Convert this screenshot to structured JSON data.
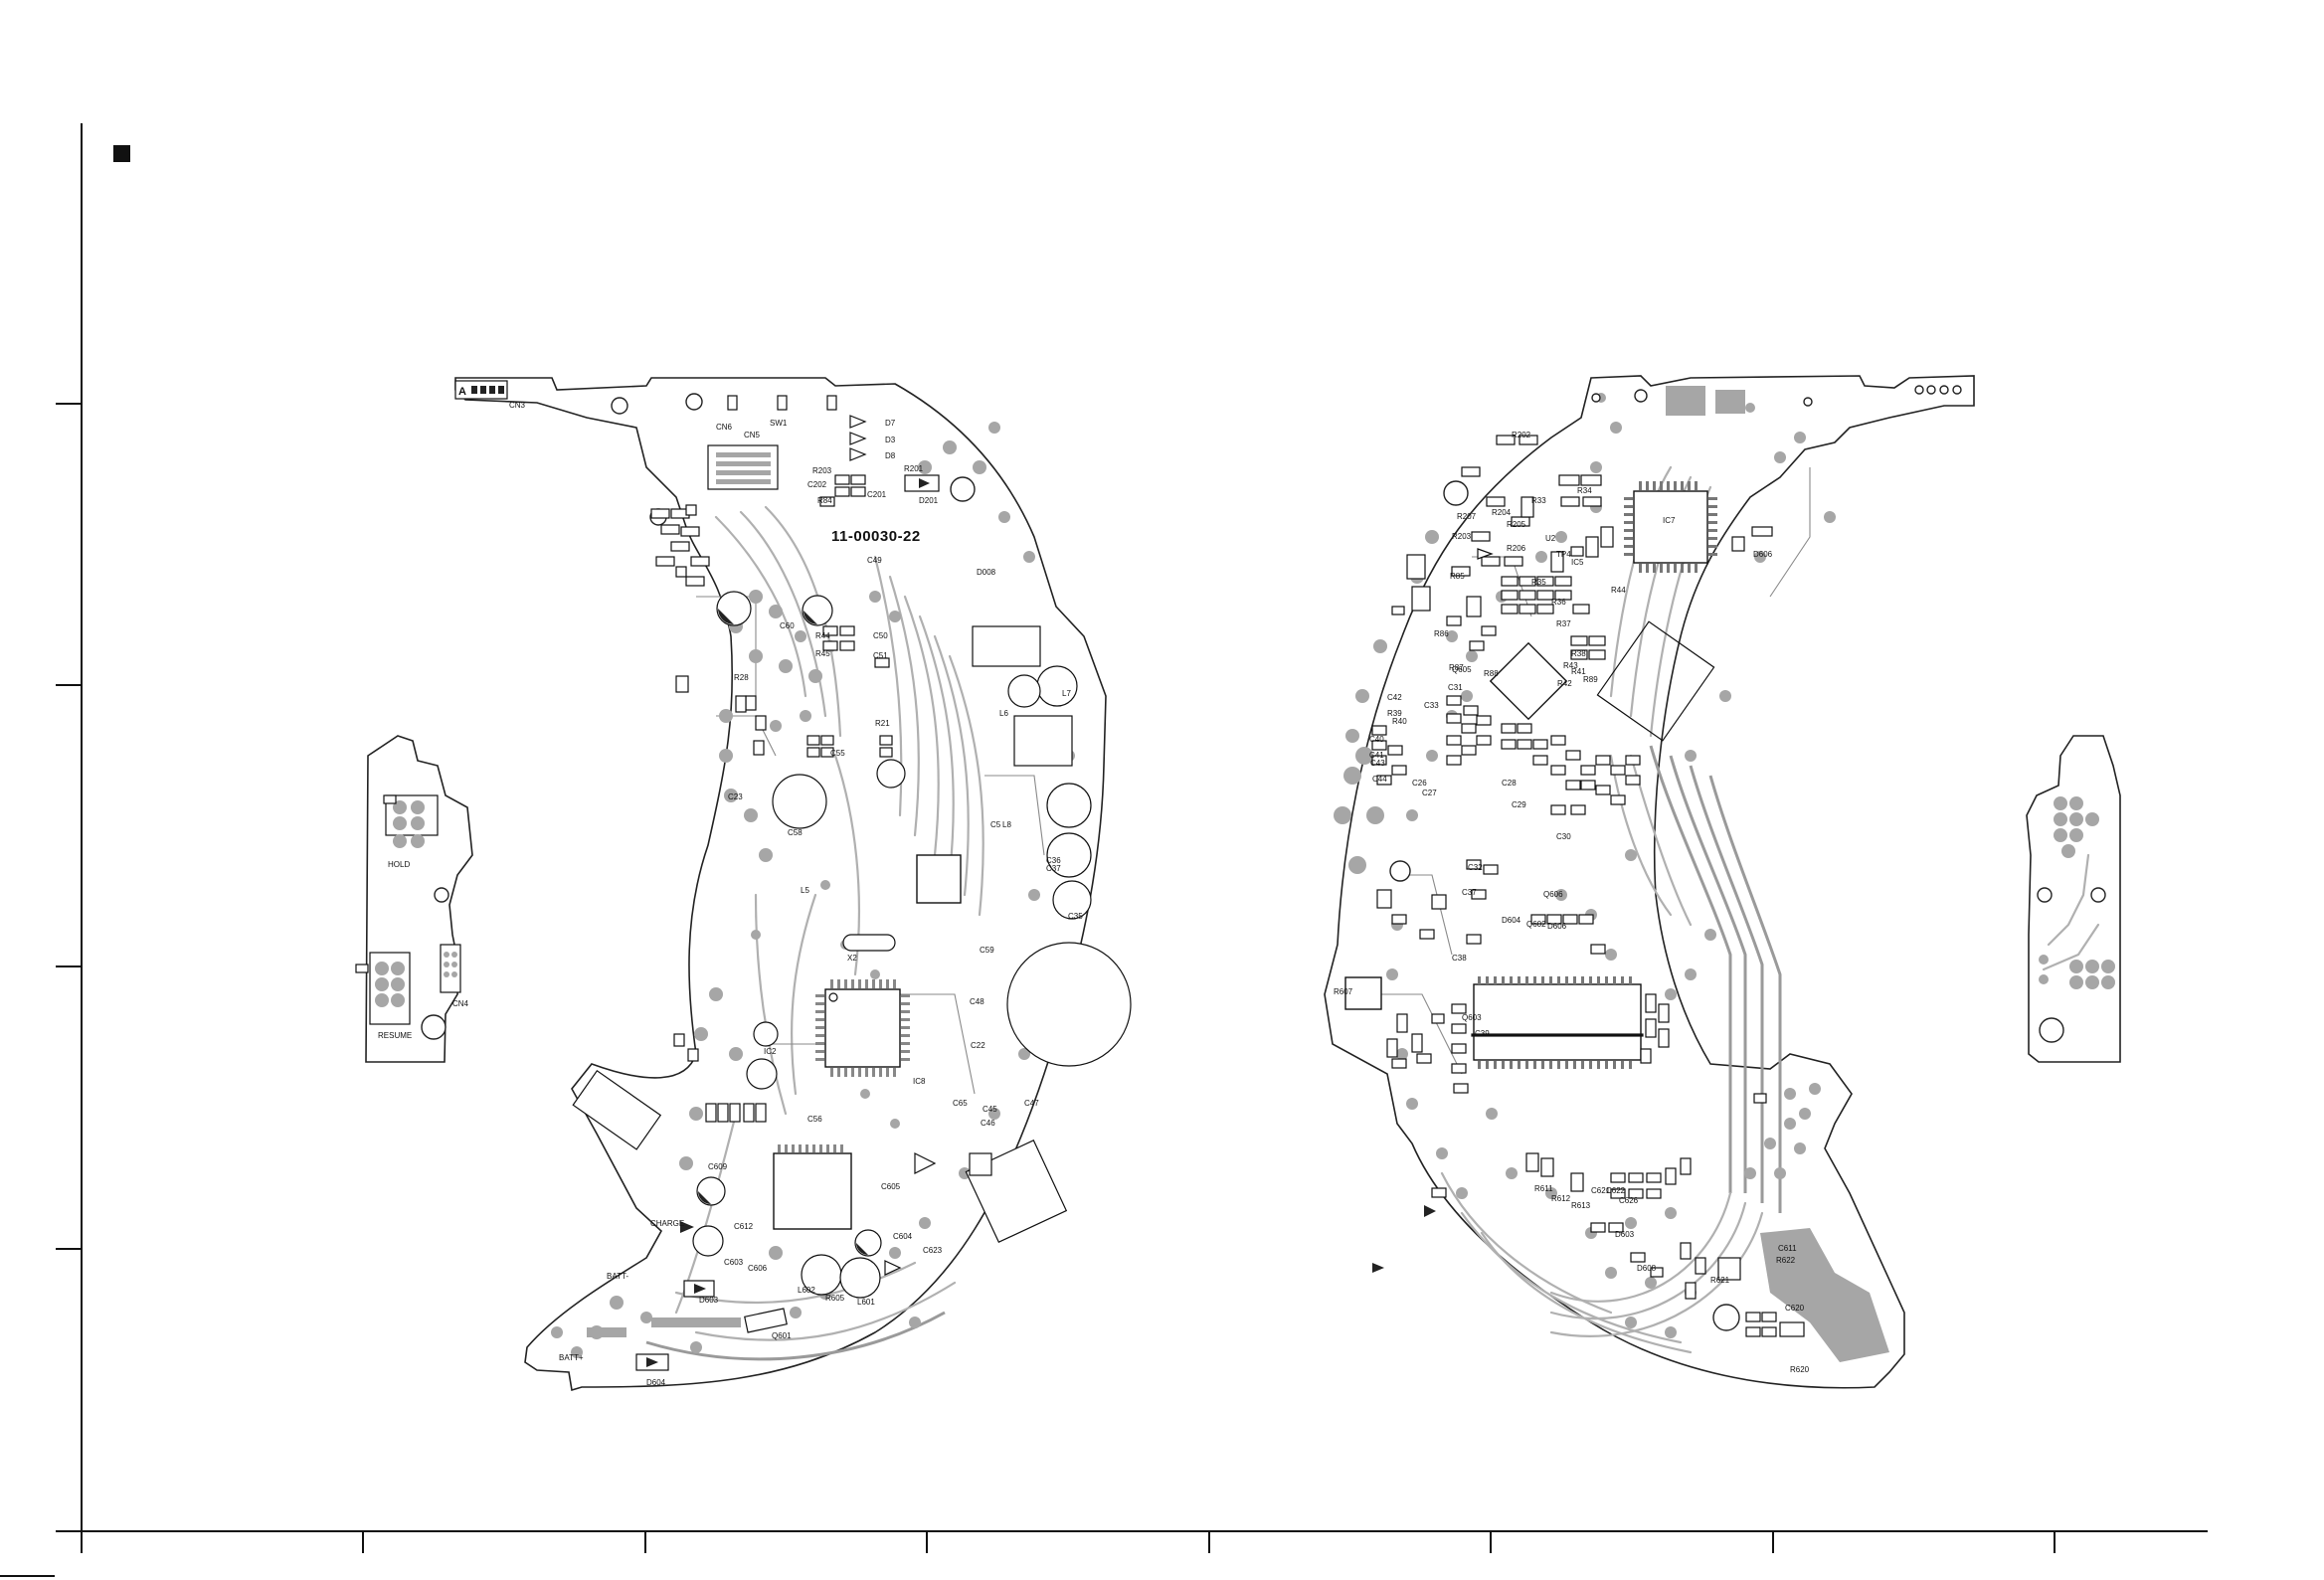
{
  "board_left": {
    "pcb_number": "11-00030-22",
    "connector_marker": "A",
    "labels": [
      "CN3",
      "CN5",
      "CN6",
      "SW1",
      "D7",
      "D3",
      "D8",
      "R203",
      "C202",
      "R201",
      "C201",
      "D201",
      "D008",
      "R84",
      "C49",
      "C50",
      "C60",
      "R44",
      "R45",
      "C51",
      "R28",
      "R21",
      "C23",
      "C55",
      "C58",
      "L5",
      "L6",
      "L7",
      "L8",
      "C5",
      "C35",
      "C37",
      "C36",
      "X2",
      "C22",
      "C45",
      "C46",
      "C47",
      "C48",
      "C59",
      "C65",
      "IC2",
      "IC8",
      "C56",
      "C603",
      "C604",
      "C605",
      "C606",
      "C609",
      "C612",
      "C623",
      "L601",
      "L602",
      "R605",
      "D603",
      "D604",
      "Q601"
    ],
    "text_labels": [
      "CHARGE",
      "BATT-",
      "BATT+"
    ]
  },
  "tab_left": {
    "labels": [
      "HOLD",
      "RESUME",
      "CN4"
    ]
  },
  "board_right": {
    "labels": [
      "R202",
      "R207",
      "R203",
      "R204",
      "R205",
      "R206",
      "U2",
      "IC7",
      "C33",
      "C31",
      "R33",
      "R34",
      "R35",
      "R36",
      "R37",
      "R38",
      "R39",
      "R40",
      "R41",
      "R42",
      "R43",
      "R44",
      "C26",
      "C27",
      "C28",
      "C29",
      "C30",
      "C32",
      "C37",
      "C38",
      "C39",
      "C40",
      "C41",
      "C42",
      "C43",
      "C44",
      "R85",
      "R86",
      "R87",
      "R88",
      "R89",
      "TP4",
      "IC5",
      "Q605",
      "Q606",
      "Q603",
      "Q602",
      "D604",
      "D606",
      "D606",
      "R607",
      "R611",
      "R612",
      "R613",
      "R620",
      "R621",
      "R622",
      "C611",
      "C620",
      "C621",
      "C622",
      "C626",
      "D603",
      "D608"
    ]
  },
  "frame": {
    "corner_marker": "■"
  }
}
